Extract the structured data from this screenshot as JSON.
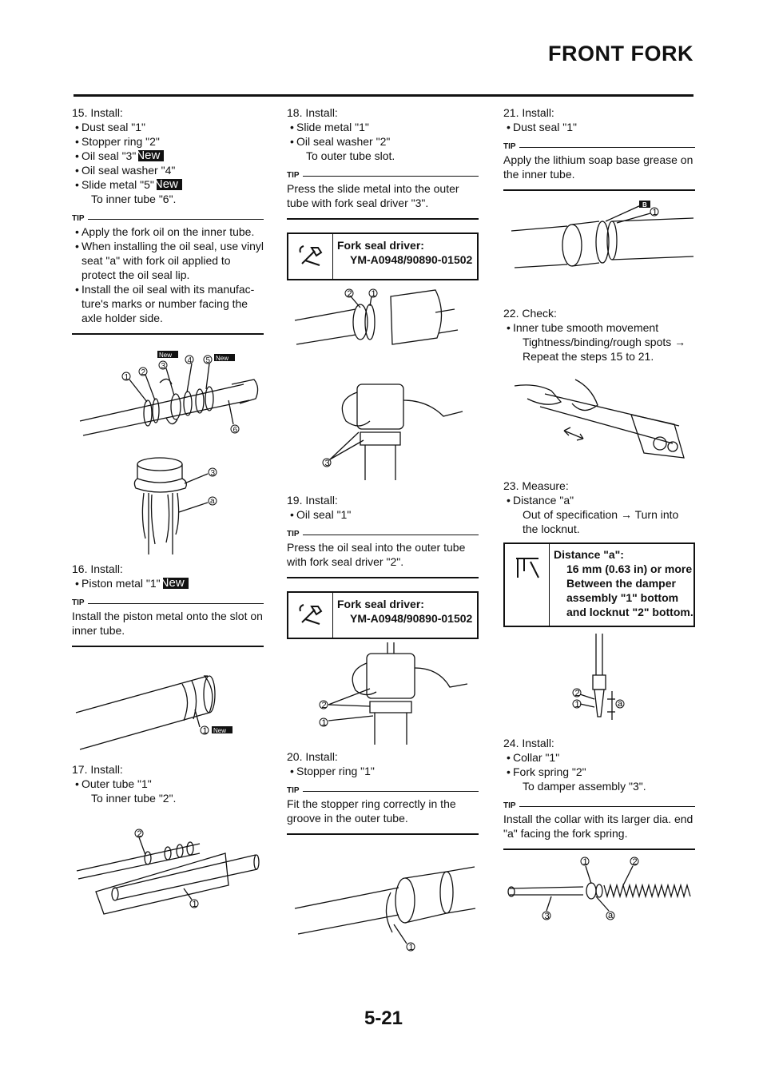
{
  "header": {
    "title": "FRONT FORK"
  },
  "page_number": "5-21",
  "badge_new": "New",
  "tip_label": "TIP",
  "col1": {
    "s15": {
      "num": "15. Install:",
      "items": [
        "Dust seal \"1\"",
        "Stopper ring \"2\"",
        "Oil seal \"3\"",
        "Oil seal washer \"4\"",
        "Slide metal \"5\""
      ],
      "sub": "To inner tube \"6\"."
    },
    "tip15": [
      "Apply the fork oil on the inner tube.",
      "When installing the oil seal, use vi­nyl seat \"a\" with fork oil applied to protect the oil seal lip.",
      "Install the oil seal with its manufac­ture's marks or number facing the axle holder side."
    ],
    "s16": {
      "num": "16. Install:",
      "items": [
        "Piston metal \"1\""
      ]
    },
    "tip16": "Install the piston metal onto the slot on inner tube.",
    "s17": {
      "num": "17. Install:",
      "items": [
        "Outer tube \"1\""
      ],
      "sub": "To inner tube \"2\"."
    }
  },
  "col2": {
    "s18": {
      "num": "18. Install:",
      "items": [
        "Slide metal \"1\"",
        "Oil seal washer \"2\""
      ],
      "sub": "To outer tube slot."
    },
    "tip18": "Press the slide metal into the outer tube with fork seal driver \"3\".",
    "tool1": {
      "label": "Fork seal driver:",
      "value": "YM-A0948/90890-01502"
    },
    "s19": {
      "num": "19. Install:",
      "items": [
        "Oil seal \"1\""
      ]
    },
    "tip19": "Press the oil seal into the outer tube with fork seal driver \"2\".",
    "tool2": {
      "label": "Fork seal driver:",
      "value": "YM-A0948/90890-01502"
    },
    "s20": {
      "num": "20. Install:",
      "items": [
        "Stopper ring \"1\""
      ]
    },
    "tip20": "Fit the stopper ring correctly in the groove in the outer tube."
  },
  "col3": {
    "s21": {
      "num": "21. Install:",
      "items": [
        "Dust seal \"1\""
      ]
    },
    "tip21": "Apply the lithium soap base grease on the inner tube.",
    "s22": {
      "num": "22. Check:",
      "items": [
        "Inner tube smooth movement"
      ],
      "sub": "Tightness/binding/rough spots → Repeat the steps 15 to 21."
    },
    "s23": {
      "num": "23. Measure:",
      "items": [
        "Distance \"a\""
      ],
      "sub": "Out of specification → Turn into the locknut."
    },
    "spec": {
      "label": "Distance \"a\":",
      "value": "16 mm (0.63 in) or more Between the damper assembly \"1\" bottom and locknut \"2\" bot­tom."
    },
    "s24": {
      "num": "24. Install:",
      "items": [
        "Collar \"1\"",
        "Fork spring \"2\""
      ],
      "sub": "To damper assembly \"3\"."
    },
    "tip24": "Install the collar with its larger dia. end \"a\" facing the fork spring."
  },
  "callouts": {
    "c1": "1",
    "c2": "2",
    "c3": "3",
    "c4": "4",
    "c5": "5",
    "c6": "6",
    "ca": "a",
    "cb": "B"
  }
}
